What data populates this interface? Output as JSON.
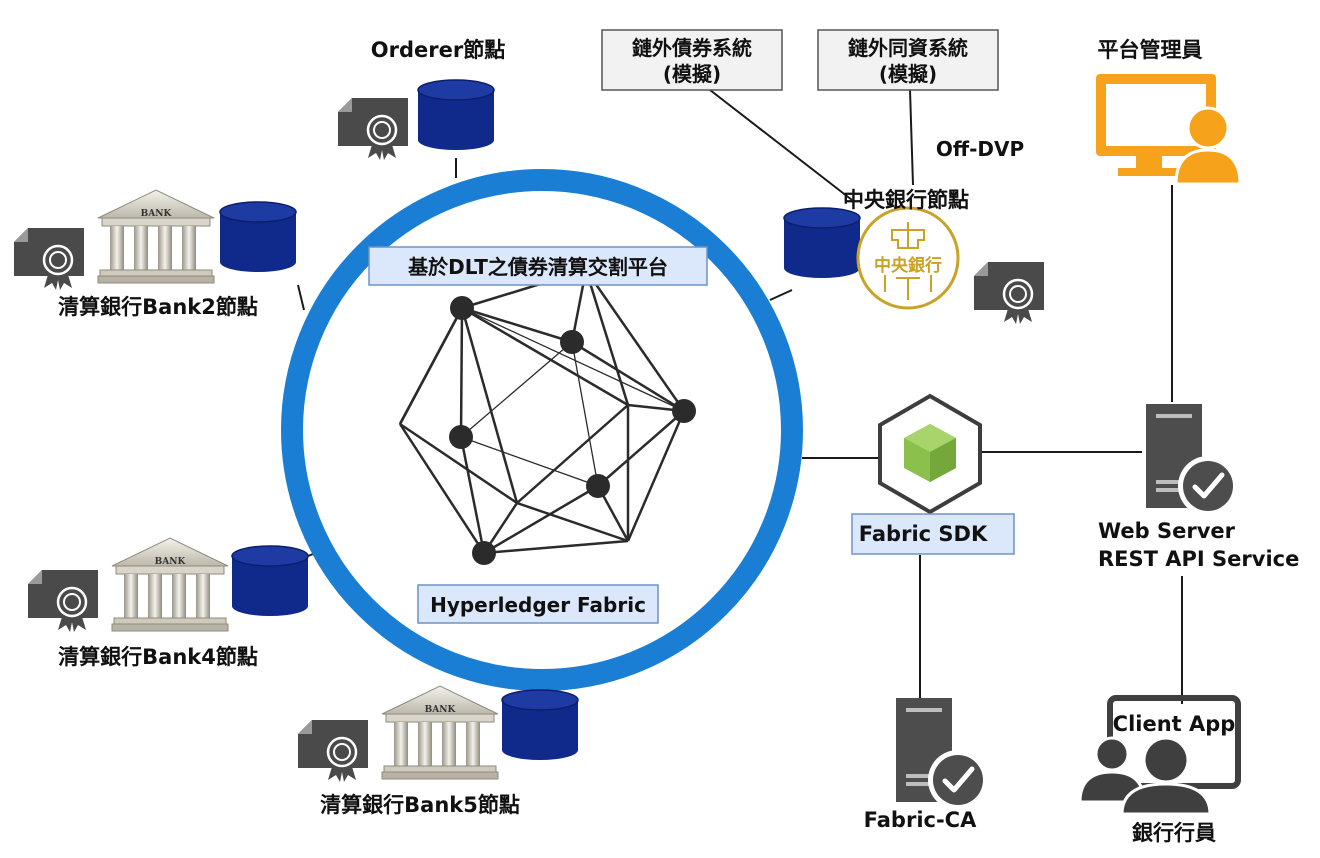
{
  "colors": {
    "ring": "#1a7fd4",
    "db": "#0f2a8a",
    "db_top": "#1e3aa3",
    "cert": "#4a4a4a",
    "label_box_fill": "#dbe8fb",
    "label_box_stroke": "#6f93c7",
    "ext_box_fill": "#f2f2f2",
    "ext_box_stroke": "#555555",
    "admin_orange": "#f7a21b",
    "seal_gold": "#c9a227",
    "server_gray": "#4d4d4d",
    "sdk_green": "#8cc04c"
  },
  "icons": [
    "certificate-icon",
    "bank-building-icon",
    "database-icon",
    "central-bank-seal-icon",
    "hyperledger-logo-icon",
    "server-check-icon",
    "sdk-cube-icon",
    "admin-monitor-icon",
    "users-icon"
  ],
  "labels": {
    "orderer": "Orderer節點",
    "bank2": "清算銀行Bank2節點",
    "bank4": "清算銀行Bank4節點",
    "bank5": "清算銀行Bank5節點",
    "central_bank": "中央銀行節點",
    "off_dvp": "Off-DVP",
    "admin": "平台管理員",
    "web_server_line1": "Web Server",
    "web_server_line2": "REST API Service",
    "fabric_sdk": "Fabric SDK",
    "fabric_ca": "Fabric-CA",
    "client_app": "Client App",
    "teller": "銀行行員",
    "platform_title": "基於DLT之債券清算交割平台",
    "hyperledger": "Hyperledger Fabric",
    "ext_bond_line1": "鏈外債券系統",
    "ext_bond_line2": "(模擬)",
    "ext_fund_line1": "鏈外同資系統",
    "ext_fund_line2": "(模擬)",
    "bank_sign": "BANK",
    "seal_text": "中央銀行"
  }
}
